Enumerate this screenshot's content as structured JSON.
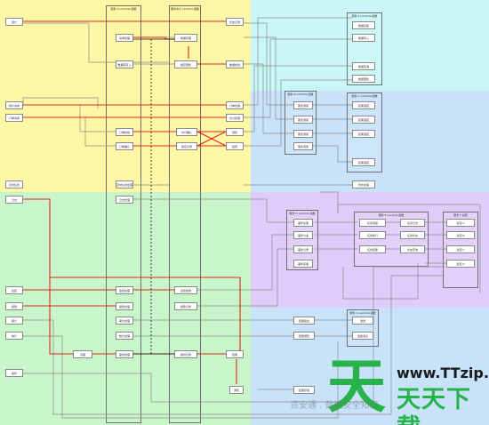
{
  "regions": [
    {
      "id": "yellow",
      "color": "#fdf7a6"
    },
    {
      "id": "cyan",
      "color": "#c9f6f6"
    },
    {
      "id": "blue",
      "color": "#c8e2fa"
    },
    {
      "id": "purple",
      "color": "#e0ccfa"
    },
    {
      "id": "green",
      "color": "#c9f5cb"
    }
  ],
  "colors": {
    "edge_red": "#e02818",
    "edge_grey": "#8c8c8c",
    "edge_dark": "#111111",
    "brand_green": "#27b24a"
  },
  "lanes": [
    {
      "id": "lane1",
      "title": "服务 A Lambda 函数"
    },
    {
      "id": "lane2",
      "title": "服务中心 Lambda 函数"
    }
  ],
  "groups": [
    {
      "id": "g_top_right",
      "title": "服务 4 Lambda 函数"
    },
    {
      "id": "g_mid1",
      "title": "服务 B Lambda 函数"
    },
    {
      "id": "g_mid2",
      "title": "服务 C Lambda 函数"
    },
    {
      "id": "g_pur1",
      "title": "服务 D Lambda 函数"
    },
    {
      "id": "g_pur2",
      "title": "服务 E Lambda 函数"
    },
    {
      "id": "g_pur3",
      "title": "服务 F 资源"
    },
    {
      "id": "g_low",
      "title": "服务 G Lambda 函数"
    }
  ],
  "nodes": [
    {
      "id": "n1",
      "label": "用户"
    },
    {
      "id": "n2",
      "label": "请求处理"
    },
    {
      "id": "n3",
      "label": "数据库写入"
    },
    {
      "id": "n4",
      "label": "数据存储"
    },
    {
      "id": "n5",
      "label": "缓存更新"
    },
    {
      "id": "n6",
      "label": "状态记录"
    },
    {
      "id": "n7",
      "label": "数据校验"
    },
    {
      "id": "n8",
      "label": "订单处理"
    },
    {
      "id": "n9",
      "label": "支付处理"
    },
    {
      "id": "n10",
      "label": "库存更新"
    },
    {
      "id": "n11",
      "label": "物流通知"
    },
    {
      "id": "n12",
      "label": "数据同步"
    },
    {
      "id": "n13",
      "label": "用户请求"
    },
    {
      "id": "n14",
      "label": "订单请求"
    },
    {
      "id": "n15",
      "label": "订单校验"
    },
    {
      "id": "n16",
      "label": "订单确认"
    },
    {
      "id": "n17",
      "label": "支付确认"
    },
    {
      "id": "n18",
      "label": "库存记录"
    },
    {
      "id": "n19",
      "label": "通知"
    },
    {
      "id": "n20",
      "label": "结算"
    },
    {
      "id": "n21",
      "label": "消息推送"
    },
    {
      "id": "n22",
      "label": "定时任务"
    },
    {
      "id": "n23",
      "label": "定时任务处理"
    },
    {
      "id": "n24",
      "label": "日志"
    },
    {
      "id": "n25",
      "label": "日志处理"
    },
    {
      "id": "n26",
      "label": "监控"
    },
    {
      "id": "n27",
      "label": "监控处理"
    },
    {
      "id": "n28",
      "label": "监控告警"
    },
    {
      "id": "n29",
      "label": "报警"
    },
    {
      "id": "n30",
      "label": "报警处理"
    },
    {
      "id": "n31",
      "label": "报警记录"
    },
    {
      "id": "n32",
      "label": "审计"
    },
    {
      "id": "n33",
      "label": "审计处理"
    },
    {
      "id": "n34",
      "label": "审计记录"
    },
    {
      "id": "n35",
      "label": "统计"
    },
    {
      "id": "n36",
      "label": "统计处理"
    },
    {
      "id": "n37",
      "label": "统计报表"
    },
    {
      "id": "n38",
      "label": "备份"
    },
    {
      "id": "n39",
      "label": "备份处理"
    },
    {
      "id": "n40",
      "label": "备份记录"
    },
    {
      "id": "n41",
      "label": "清理"
    },
    {
      "id": "n42",
      "label": "结果"
    },
    {
      "id": "n43",
      "label": "结果存储"
    },
    {
      "id": "t1",
      "label": "数据读取"
    },
    {
      "id": "t2",
      "label": "数据写入"
    },
    {
      "id": "t3",
      "label": "数据查询"
    },
    {
      "id": "t4",
      "label": "数据更新"
    },
    {
      "id": "m1",
      "label": "服务调用"
    },
    {
      "id": "m2",
      "label": "服务调用"
    },
    {
      "id": "m3",
      "label": "服务调用"
    },
    {
      "id": "m4",
      "label": "服务调用"
    },
    {
      "id": "m5",
      "label": "结果返回"
    },
    {
      "id": "m6",
      "label": "结果返回"
    },
    {
      "id": "m7",
      "label": "结果返回"
    },
    {
      "id": "m8",
      "label": "结果返回"
    },
    {
      "id": "m9",
      "label": "异步处理"
    },
    {
      "id": "m10",
      "label": "状态查询"
    },
    {
      "id": "p1",
      "label": "事件处理"
    },
    {
      "id": "p2",
      "label": "事件分发"
    },
    {
      "id": "p3",
      "label": "事件记录"
    },
    {
      "id": "p4",
      "label": "事件存储"
    },
    {
      "id": "p5",
      "label": "任务调度"
    },
    {
      "id": "p6",
      "label": "任务执行"
    },
    {
      "id": "p7",
      "label": "任务结果"
    },
    {
      "id": "p8",
      "label": "任务日志"
    },
    {
      "id": "p9",
      "label": "任务状态"
    },
    {
      "id": "p10",
      "label": "资源 A"
    },
    {
      "id": "p11",
      "label": "资源 B"
    },
    {
      "id": "p12",
      "label": "资源 C"
    },
    {
      "id": "p13",
      "label": "资源 D"
    },
    {
      "id": "q1",
      "label": "结果输出"
    },
    {
      "id": "q2",
      "label": "结果通知"
    },
    {
      "id": "q3",
      "label": "输出"
    },
    {
      "id": "q4",
      "label": "通知"
    },
    {
      "id": "q5",
      "label": "发送"
    },
    {
      "id": "q6",
      "label": "发送消息"
    },
    {
      "id": "q7",
      "label": "发送记录"
    }
  ],
  "watermark": {
    "big": "天",
    "url": "www.TTzip.com",
    "cn": "天天下载",
    "faded": "资安通 . 数据安全知识"
  }
}
